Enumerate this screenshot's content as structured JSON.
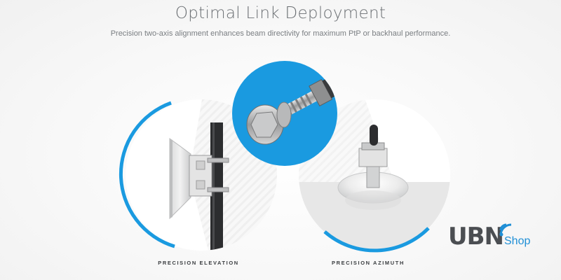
{
  "header": {
    "title": "Optimal Link Deployment",
    "subtitle": "Precision two-axis alignment enhances beam directivity for maximum PtP or backhaul performance."
  },
  "captions": {
    "left": "PRECISION ELEVATION",
    "right": "PRECISION AZIMUTH"
  },
  "logo": {
    "main": "UBN",
    "suffix": "Shop"
  },
  "colors": {
    "accent": "#1a9ae0",
    "title": "#6b6f73",
    "caption": "#3a3d40",
    "logo_text": "#4b4e52"
  }
}
